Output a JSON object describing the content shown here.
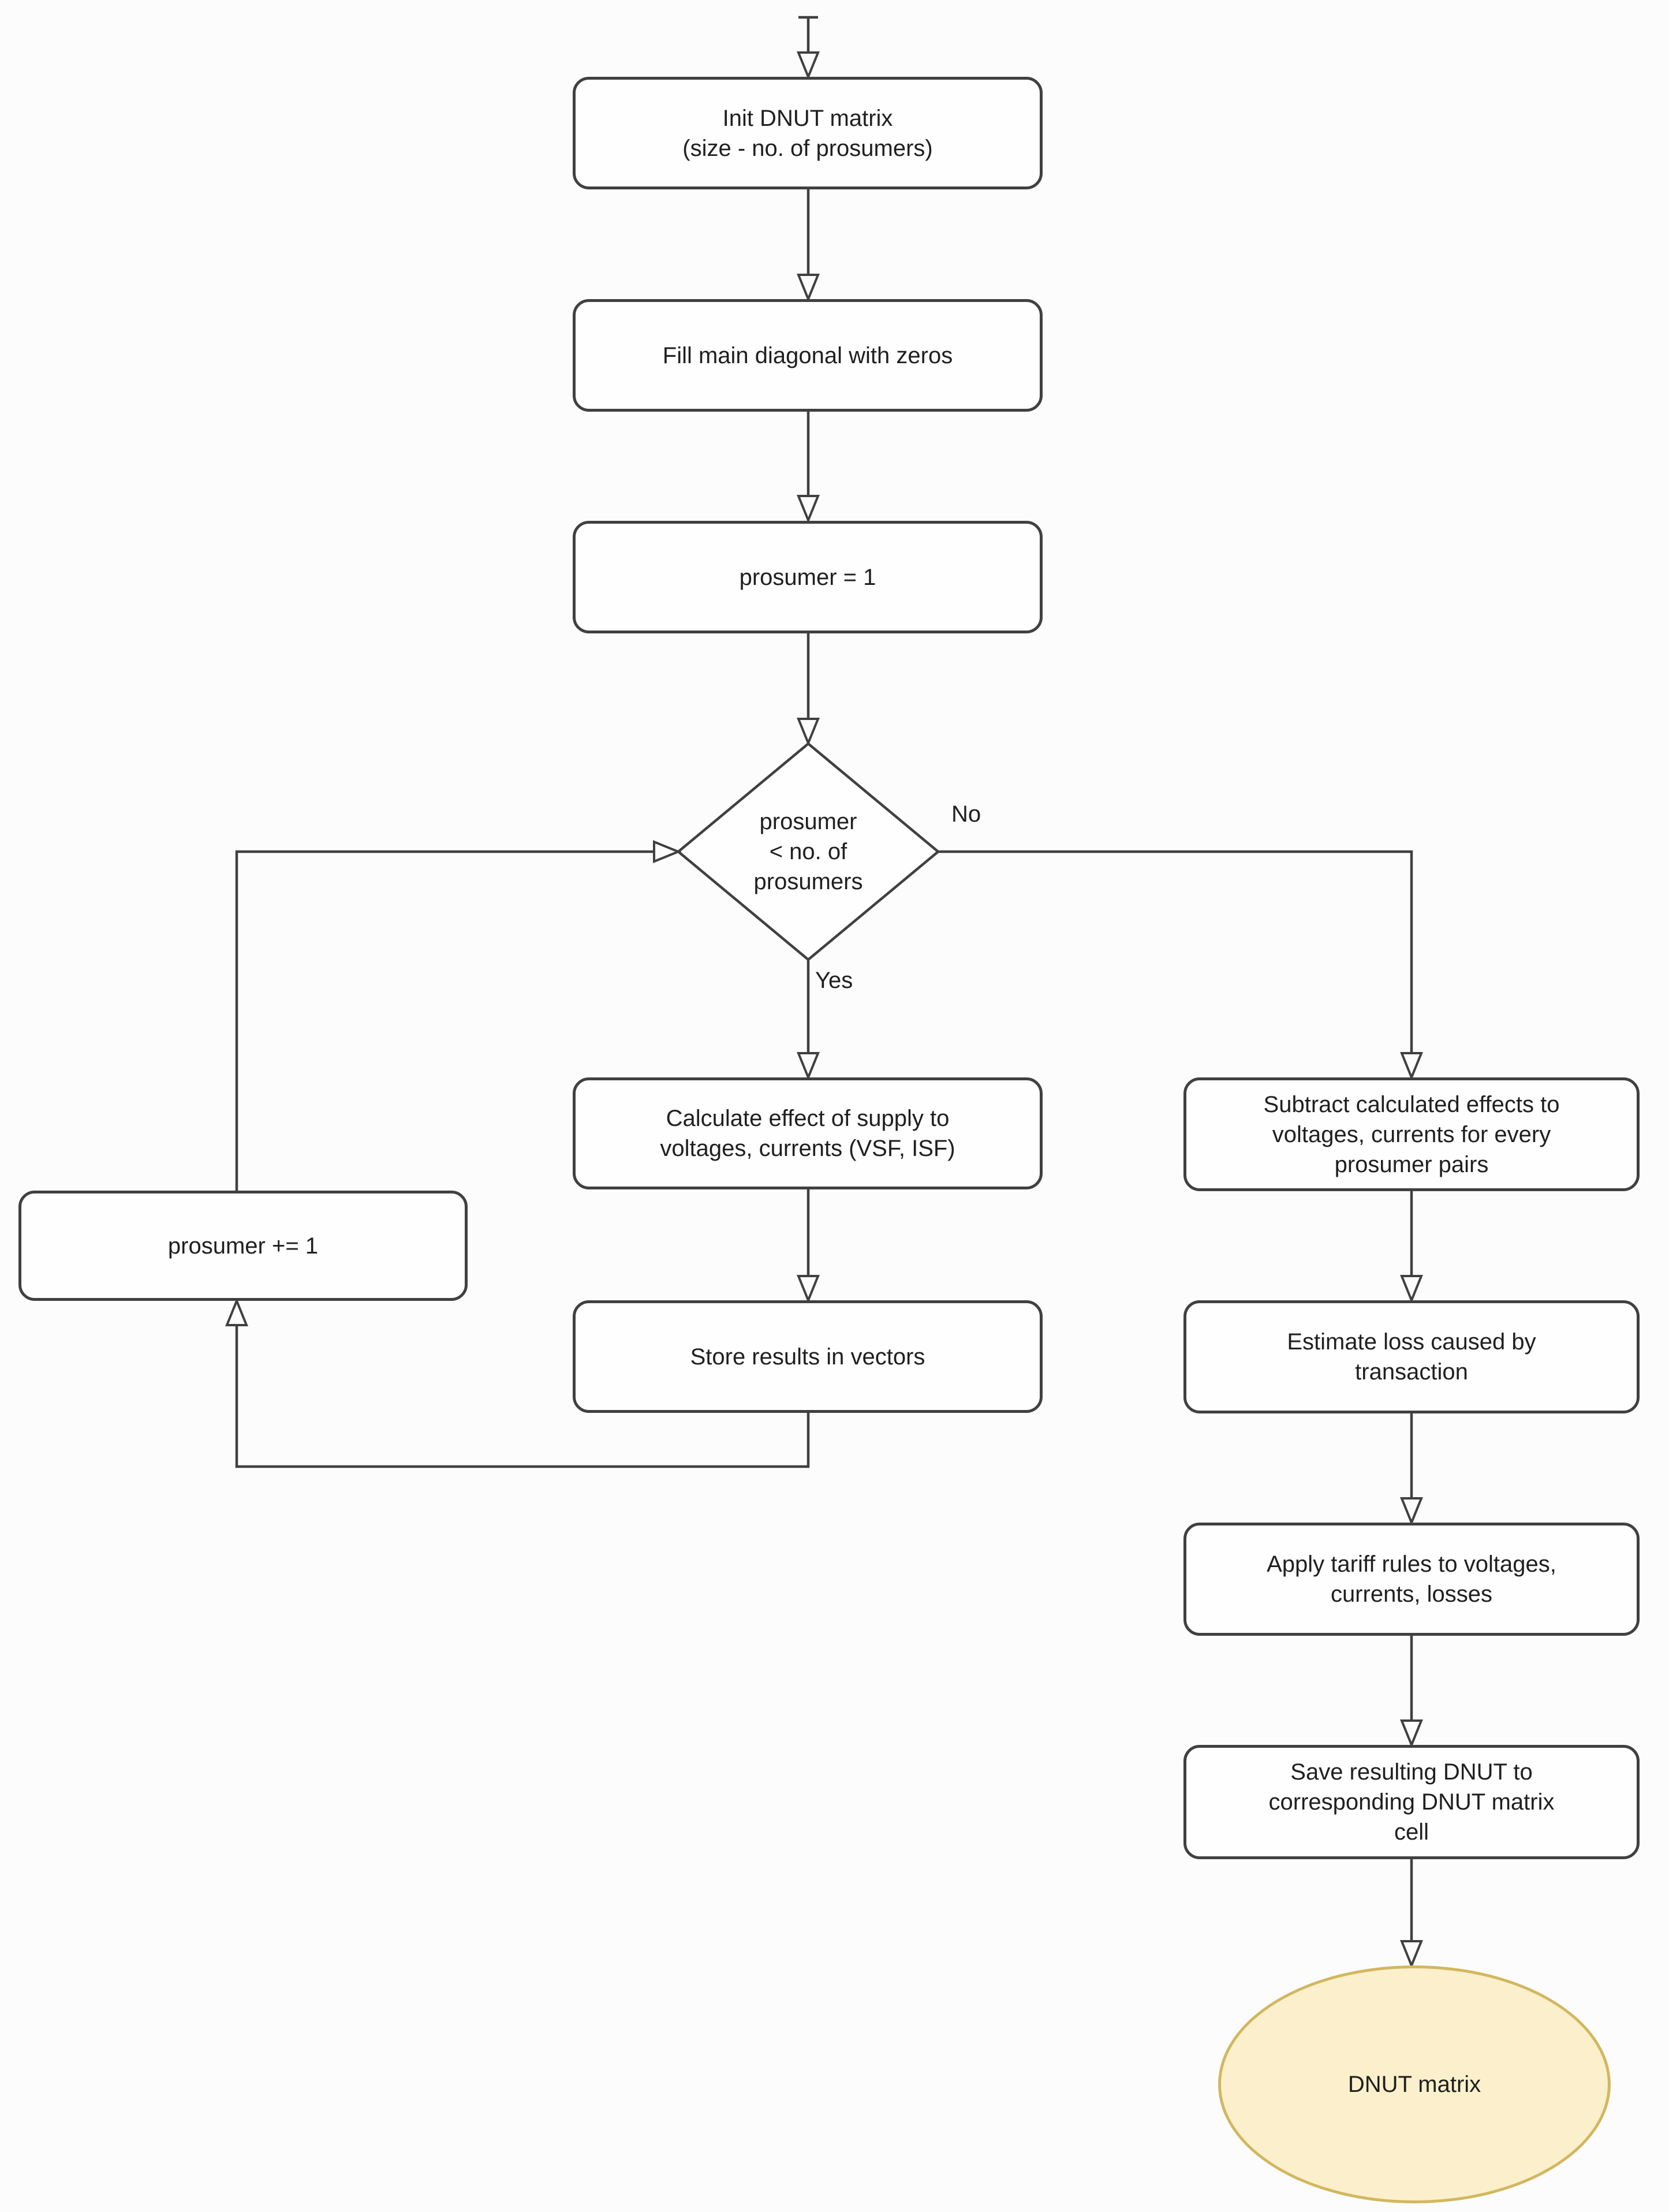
{
  "colors": {
    "background": "#fcfcfc",
    "stroke": "#404040",
    "node_fill": "#fefefe",
    "node_text": "#1f1f1f",
    "terminal_fill": "#fbf0cb",
    "terminal_stroke": "#d2b760"
  },
  "nodes": {
    "init": {
      "label": "Init DNUT matrix\n(size - no. of prosumers)"
    },
    "fill_diagonal": {
      "label": "Fill main diagonal with zeros"
    },
    "set_prosumer": {
      "label": "prosumer = 1"
    },
    "decision": {
      "label": "prosumer\n< no. of\nprosumers"
    },
    "calculate": {
      "label": "Calculate effect of supply to\nvoltages, currents (VSF, ISF)"
    },
    "store": {
      "label": "Store results in vectors"
    },
    "increment": {
      "label": "prosumer += 1"
    },
    "subtract": {
      "label": "Subtract calculated effects to\nvoltages, currents for every\nprosumer pairs"
    },
    "estimate": {
      "label": "Estimate loss caused by\ntransaction"
    },
    "apply_tariff": {
      "label": "Apply tariff rules to voltages,\ncurrents, losses"
    },
    "save": {
      "label": "Save resulting DNUT to\ncorresponding DNUT matrix\ncell"
    },
    "output": {
      "label": "DNUT matrix"
    }
  },
  "edge_labels": {
    "yes": "Yes",
    "no": "No"
  }
}
